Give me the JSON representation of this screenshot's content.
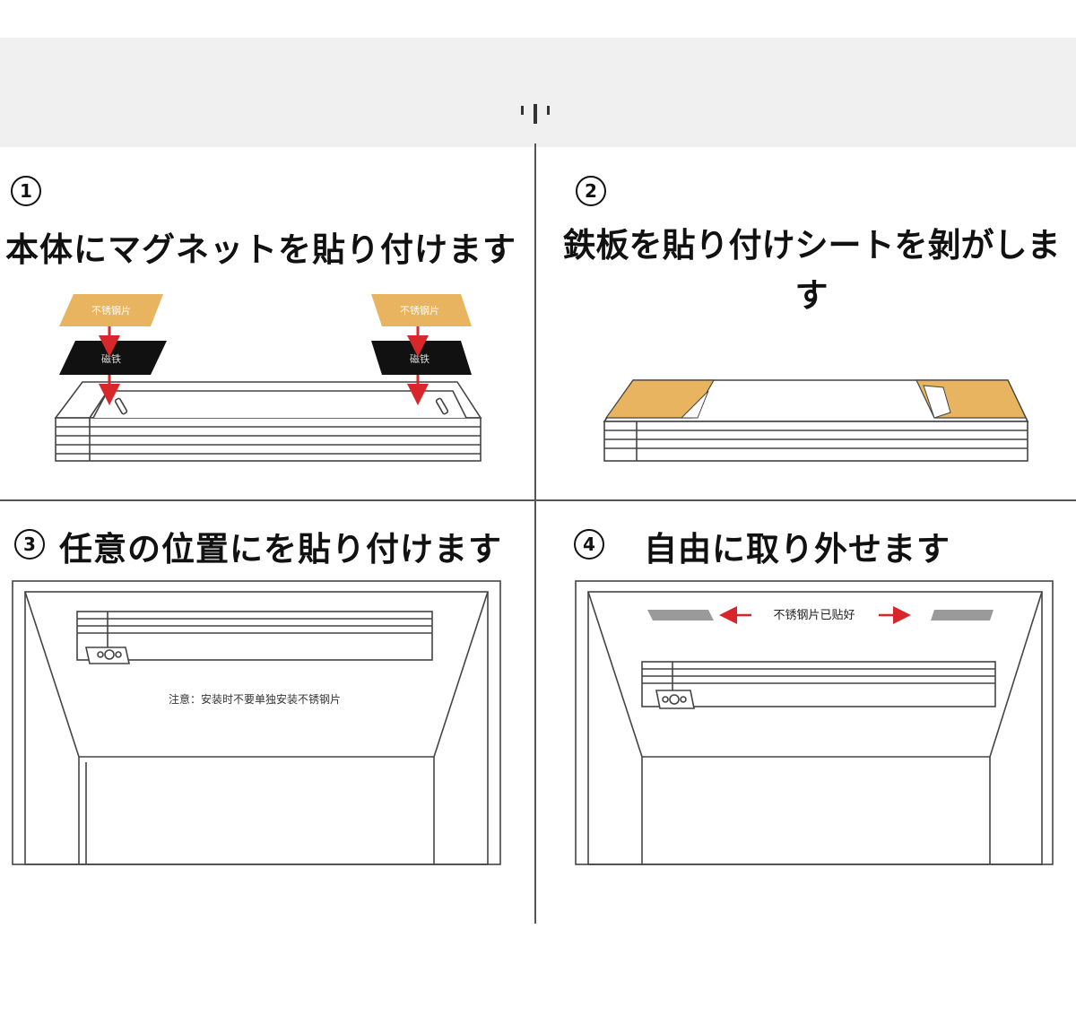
{
  "panels": [
    {
      "number": "1",
      "title": "本体にマグネットを貼り付けます",
      "labels": {
        "plate": "不锈钢片",
        "magnet": "磁铁"
      }
    },
    {
      "number": "2",
      "title": "鉄板を貼り付けシートを剝がします"
    },
    {
      "number": "3",
      "title": "任意の位置にを貼り付けます",
      "note": "注意：安装时不要单独安装不锈钢片"
    },
    {
      "number": "4",
      "title": "自由に取り外せます",
      "note": "不锈钢片已贴好"
    }
  ],
  "colors": {
    "plate": "#e8b45f",
    "magnet": "#111111",
    "arrow": "#d8262b",
    "line": "#444444",
    "topbar": "#f0f0f0"
  }
}
